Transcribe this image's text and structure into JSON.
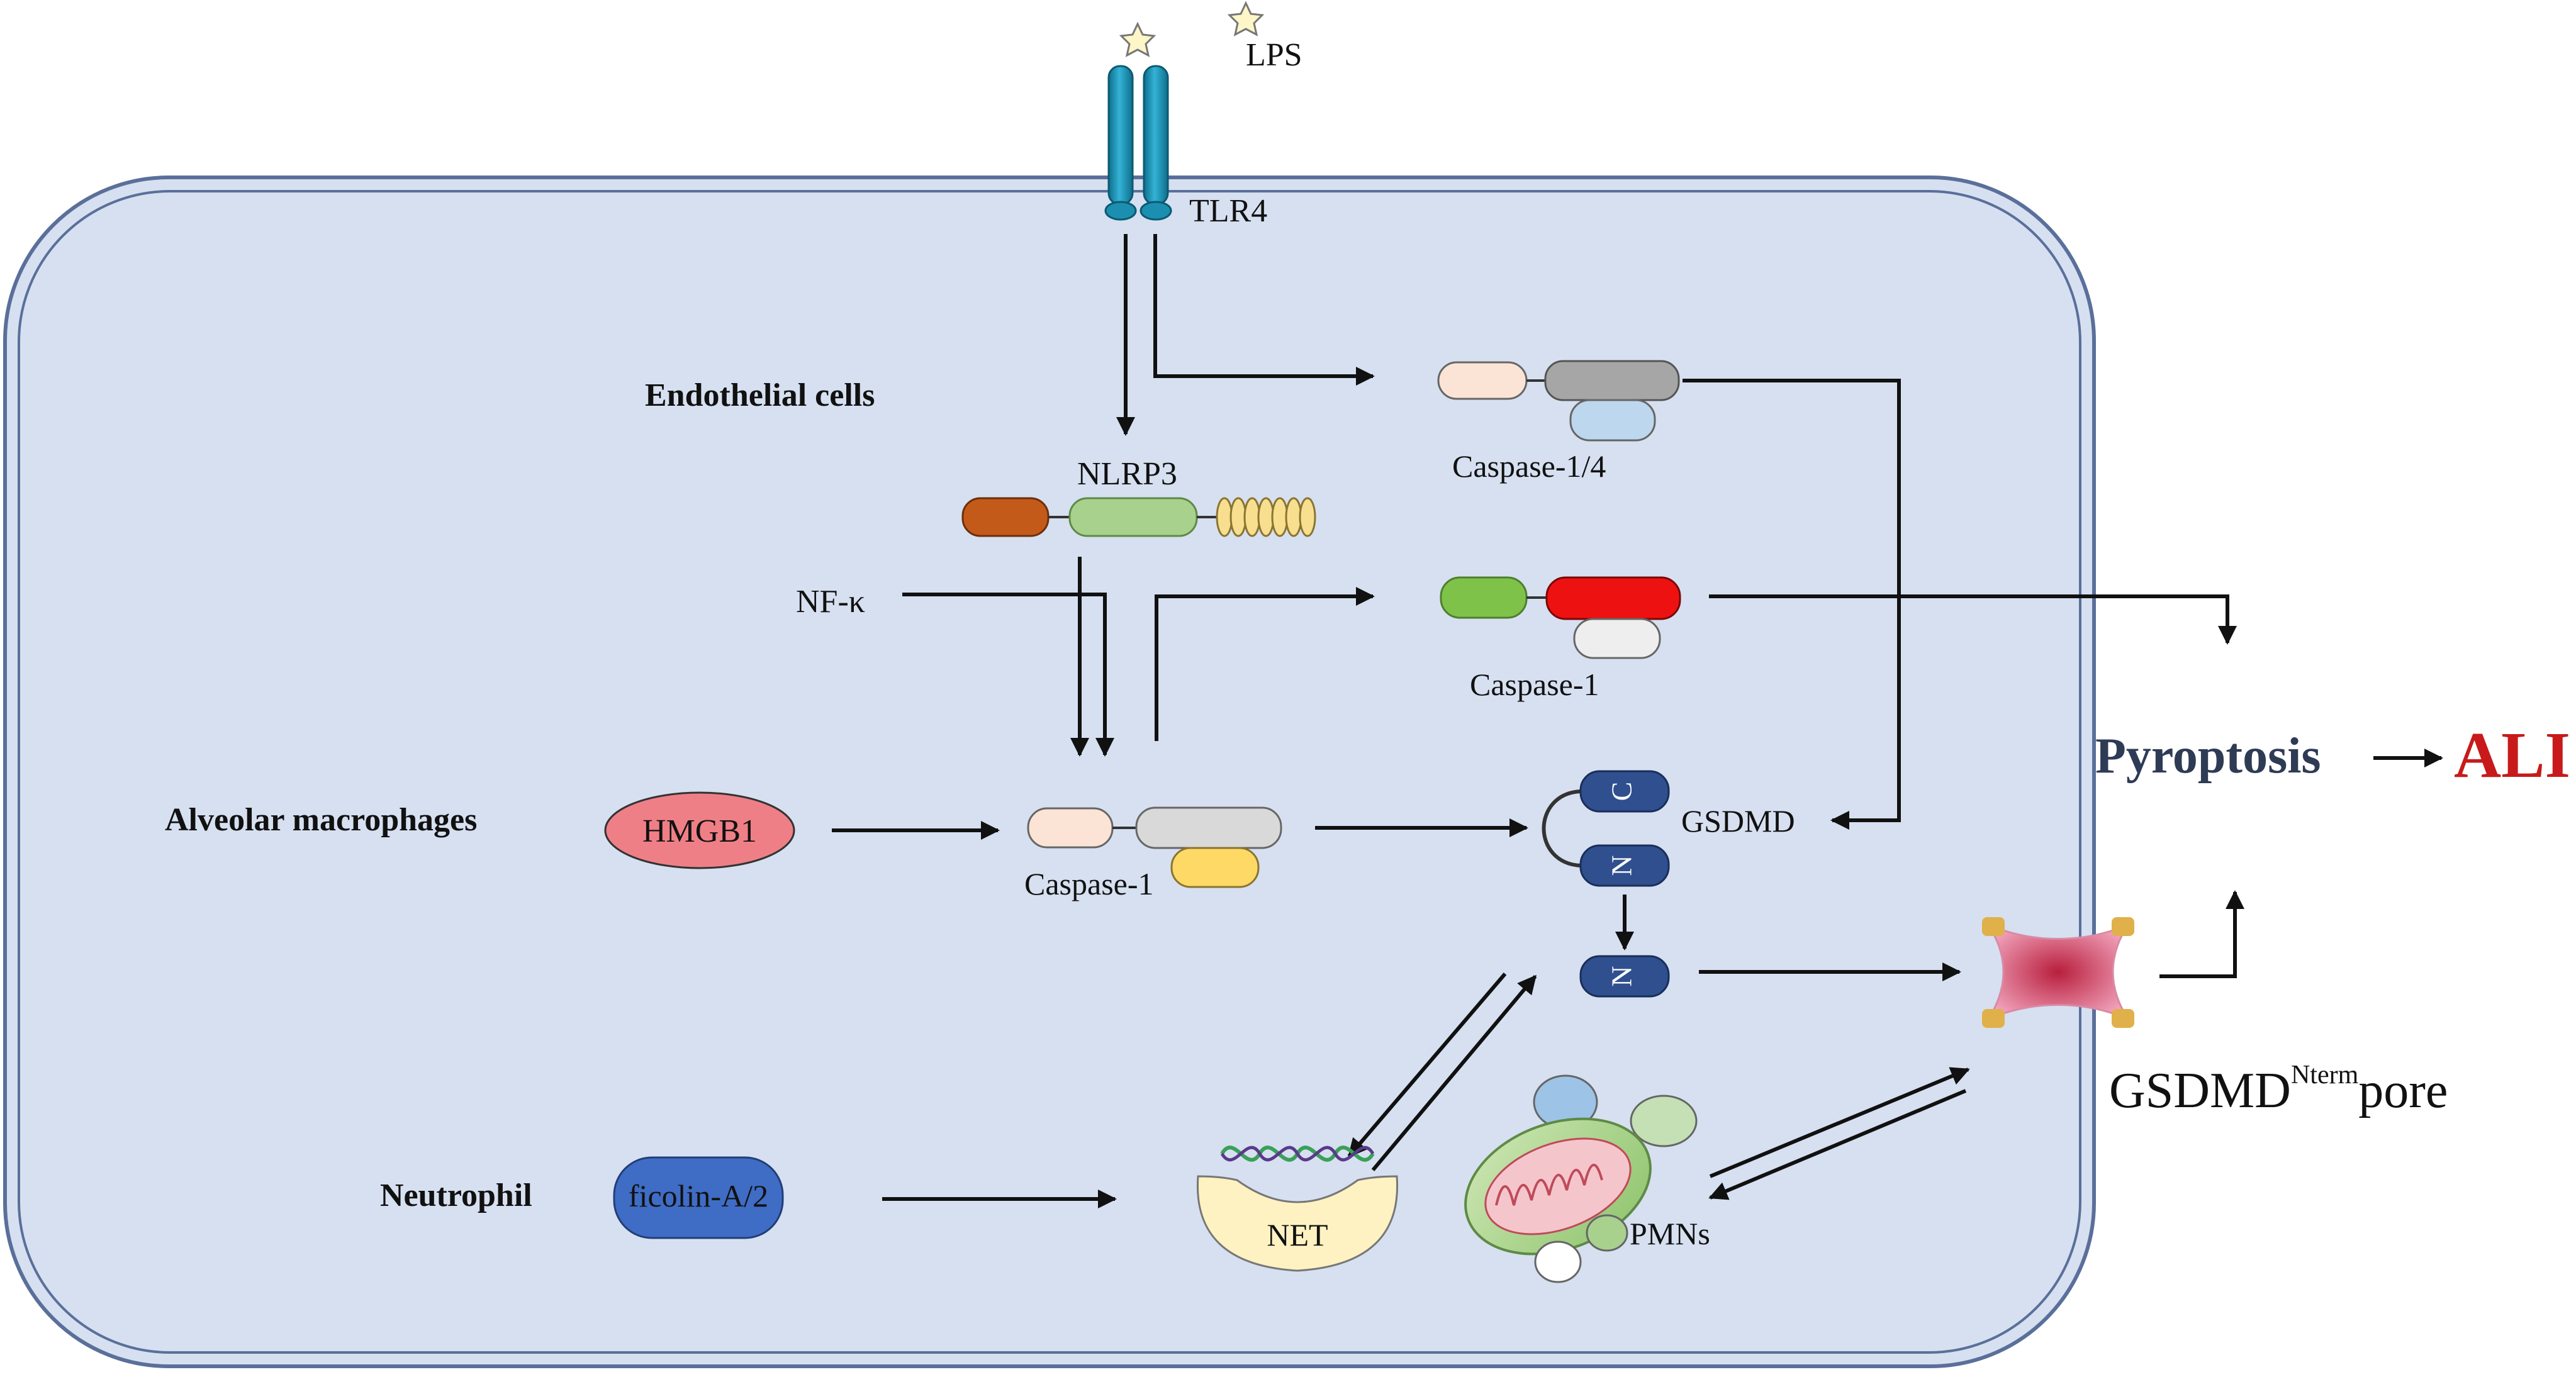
{
  "labels": {
    "lps": "LPS",
    "tlr4": "TLR4",
    "endothelial": "Endothelial cells",
    "nlrp3": "NLRP3",
    "nfk": "NF-κ",
    "caspase14": "Caspase-1/4",
    "caspase1_upper": "Caspase-1",
    "alveolar": "Alveolar macrophages",
    "hmgb1": "HMGB1",
    "caspase1_lower": "Caspase-1",
    "gsdmd": "GSDMD",
    "gsdmd_c": "C",
    "gsdmd_n": "N",
    "gsdmd_n_free": "N",
    "pyroptosis": "Pyroptosis",
    "ali": "ALI",
    "pore_main": "GSDMD",
    "pore_sup": "Nterm",
    "pore_end": "pore",
    "neutrophil": "Neutrophil",
    "ficolin": "ficolin-A/2",
    "net": "NET",
    "pmns": "PMNs"
  },
  "colors": {
    "cell_fill": "#d6e0f0",
    "cell_stroke": "#5a6f9a",
    "tlr4": "#1c8fb0",
    "pyroptosis": "#2e3b55",
    "ali": "#c81a1a",
    "hmgb1": "#ef7f86",
    "ficolin": "#3f6cc4",
    "gsdmd_badge": "#2f4f8f",
    "caspase_red": "#ee1111",
    "caspase_green": "#7ec24a",
    "nlrp3_orange": "#c45a1a",
    "nlrp3_green": "#a8d18d",
    "nlrp3_yellow": "#f7df8f",
    "pore": "#c73a5a"
  }
}
